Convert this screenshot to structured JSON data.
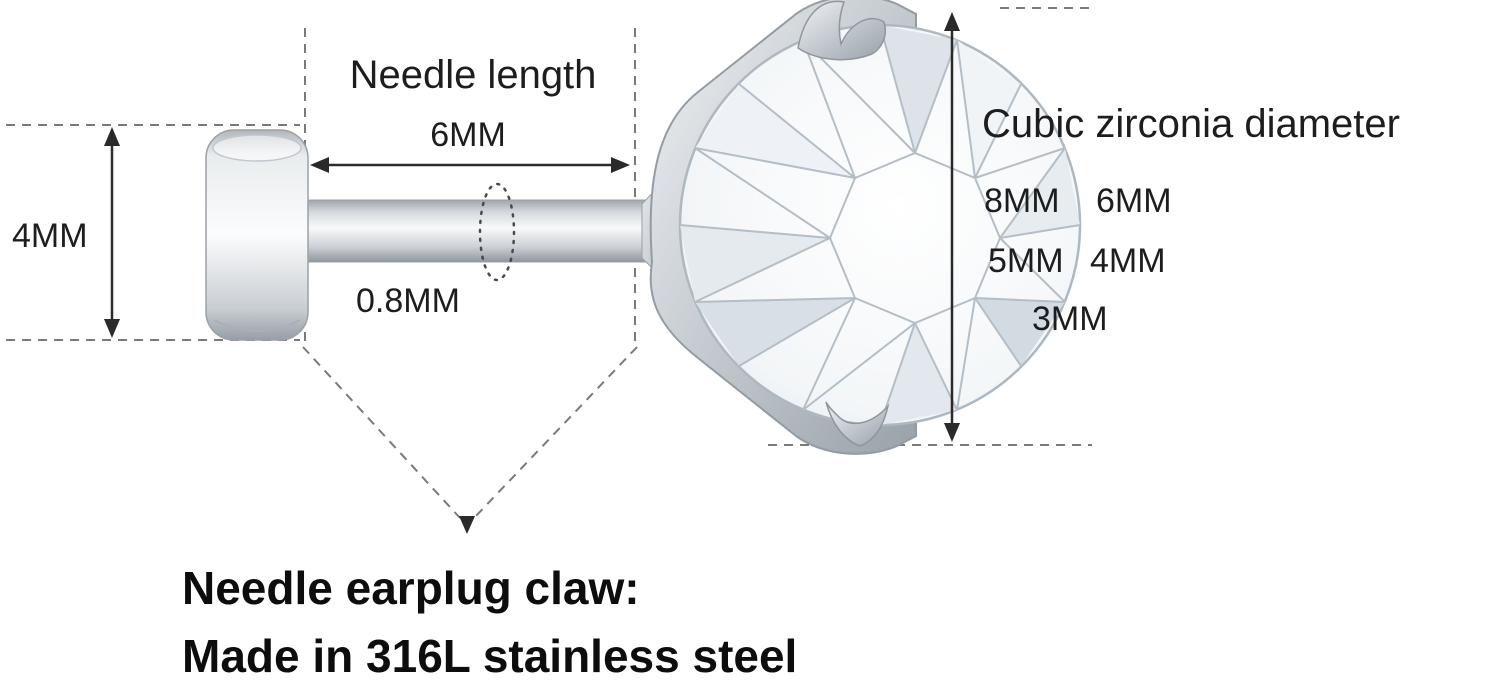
{
  "diagram": {
    "needle_length_label": "Needle length",
    "needle_length_value": "6MM",
    "back_height": "4MM",
    "needle_diameter": "0.8MM",
    "cz_title": "Cubic zirconia diameter",
    "cz_sizes": [
      "8MM",
      "6MM",
      "5MM",
      "4MM",
      "3MM"
    ]
  },
  "caption": {
    "line1": "Needle earplug claw:",
    "line2": "Made in 316L stainless steel"
  },
  "colors": {
    "background": "#ffffff",
    "metal": "#c6ccd2",
    "gem": "#f3f6f9",
    "text": "#1d1d1d",
    "dimension_line": "#2a2a2a",
    "dashed_line": "#7a7a7a"
  }
}
